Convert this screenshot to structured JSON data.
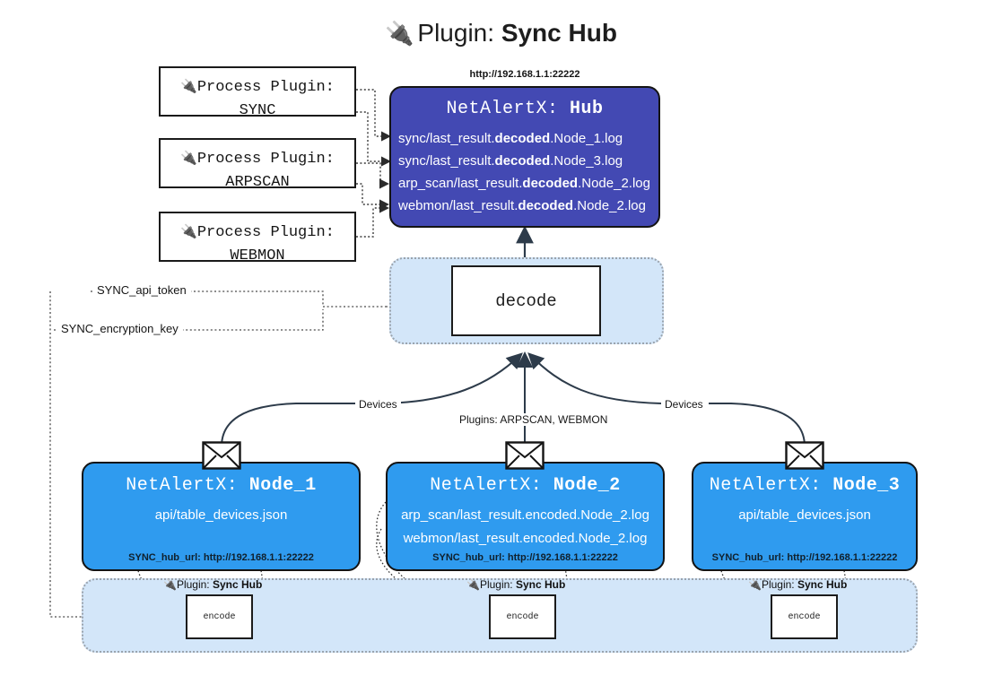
{
  "title": {
    "icon": "electric-plug-icon",
    "glyph": "🔌",
    "prefix": "Plugin: ",
    "name": "Sync Hub"
  },
  "process_plugins": [
    {
      "glyph": "🔌",
      "line1": "Process Plugin:",
      "line2": "SYNC"
    },
    {
      "glyph": "🔌",
      "line1": "Process Plugin:",
      "line2": "ARPSCAN"
    },
    {
      "glyph": "🔌",
      "line1": "Process Plugin:",
      "line2": "WEBMON"
    }
  ],
  "hub": {
    "url": "http://192.168.1.1:22222",
    "title_prefix": "NetAlertX: ",
    "title_name": "Hub",
    "lines": [
      {
        "pre": "sync/last_result.",
        "strong": "decoded",
        "post": ".Node_1.log"
      },
      {
        "pre": "sync/last_result.",
        "strong": "decoded",
        "post": ".Node_3.log"
      },
      {
        "pre": "arp_scan/last_result.",
        "strong": "decoded",
        "post": ".Node_2.log"
      },
      {
        "pre": "webmon/last_result.",
        "strong": "decoded",
        "post": ".Node_2.log"
      }
    ]
  },
  "decode": {
    "label": "decode"
  },
  "secrets": [
    {
      "label": "SYNC_api_token"
    },
    {
      "label": "SYNC_encryption_key"
    }
  ],
  "edge_labels": {
    "devices_left": "Devices",
    "devices_right": "Devices",
    "plugins_center": "Plugins: ARPSCAN, WEBMON"
  },
  "nodes": [
    {
      "title_prefix": "NetAlertX: ",
      "title_name": "Node_1",
      "lines": [
        "api/table_devices.json"
      ],
      "foot_key": "SYNC_hub_url: ",
      "foot_value": "http://192.168.1.1:22222",
      "envelope": "envelope-icon"
    },
    {
      "title_prefix": "NetAlertX: ",
      "title_name": "Node_2",
      "lines": [
        "arp_scan/last_result.encoded.Node_2.log",
        "webmon/last_result.encoded.Node_2.log"
      ],
      "foot_key": "SYNC_hub_url: ",
      "foot_value": "http://192.168.1.1:22222",
      "envelope": "envelope-icon"
    },
    {
      "title_prefix": "NetAlertX: ",
      "title_name": "Node_3",
      "lines": [
        "api/table_devices.json"
      ],
      "foot_key": "SYNC_hub_url: ",
      "foot_value": "http://192.168.1.1:22222",
      "envelope": "envelope-icon"
    }
  ],
  "encoders": [
    {
      "glyph": "🔌",
      "caption_prefix": "Plugin: ",
      "caption_name": "Sync Hub",
      "label": "encode"
    },
    {
      "glyph": "🔌",
      "caption_prefix": "Plugin: ",
      "caption_name": "Sync Hub",
      "label": "encode"
    },
    {
      "glyph": "🔌",
      "caption_prefix": "Plugin: ",
      "caption_name": "Sync Hub",
      "label": "encode"
    }
  ],
  "colors": {
    "hub_fill": "#4349b3",
    "node_fill": "#2f9bef",
    "group_fill": "#d3e6f9",
    "stroke": "#141414",
    "dotted_stroke": "#9aa3ad"
  }
}
